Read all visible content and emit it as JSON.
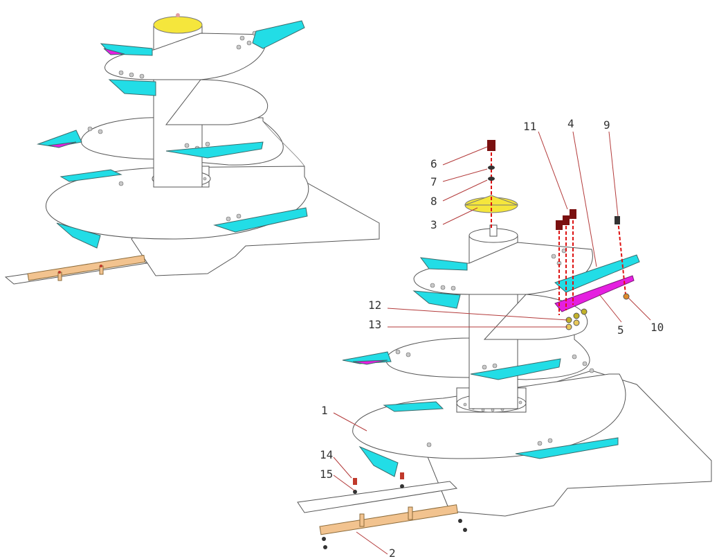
{
  "figure": {
    "callouts": [
      {
        "id": "1",
        "text": "1"
      },
      {
        "id": "2",
        "text": "2"
      },
      {
        "id": "3",
        "text": "3"
      },
      {
        "id": "4",
        "text": "4"
      },
      {
        "id": "5",
        "text": "5"
      },
      {
        "id": "6",
        "text": "6"
      },
      {
        "id": "7",
        "text": "7"
      },
      {
        "id": "8",
        "text": "8"
      },
      {
        "id": "9",
        "text": "9"
      },
      {
        "id": "10",
        "text": "10"
      },
      {
        "id": "11",
        "text": "11"
      },
      {
        "id": "12",
        "text": "12"
      },
      {
        "id": "13",
        "text": "13"
      },
      {
        "id": "14",
        "text": "14"
      },
      {
        "id": "15",
        "text": "15"
      }
    ],
    "colors": {
      "knife": "#22dde6",
      "counter_knife": "#e51fe0",
      "cap": "#f5e63c",
      "frame_bar": "#f2c38f",
      "fastener": "#c0392b",
      "leader": "#b33a3a"
    },
    "icons": {
      "cap": "yellow-cap-icon",
      "bolt": "bolt-icon",
      "knife": "knife-blade-icon"
    }
  }
}
